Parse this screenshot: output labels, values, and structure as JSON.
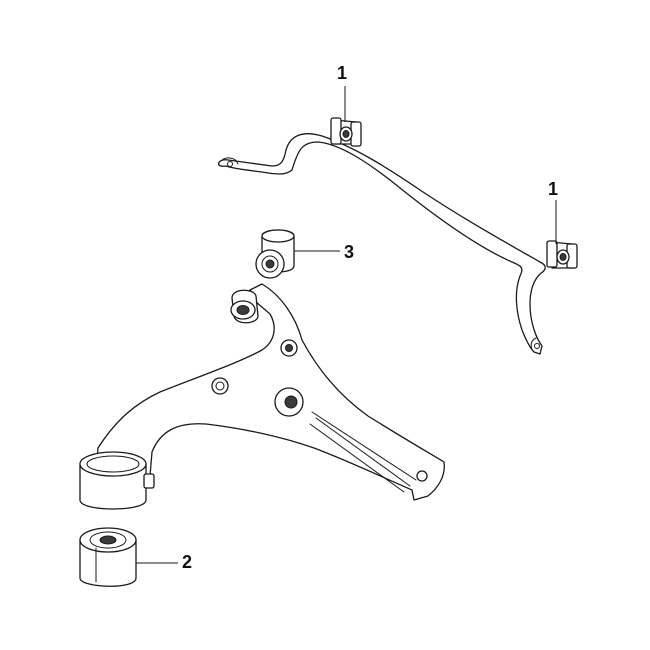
{
  "callouts": {
    "bar_bushing_left": "1",
    "bar_bushing_right": "1",
    "front_bushing": "3",
    "rear_bushing": "2"
  },
  "colors": {
    "line": "#1a1a1a",
    "background": "#ffffff"
  }
}
